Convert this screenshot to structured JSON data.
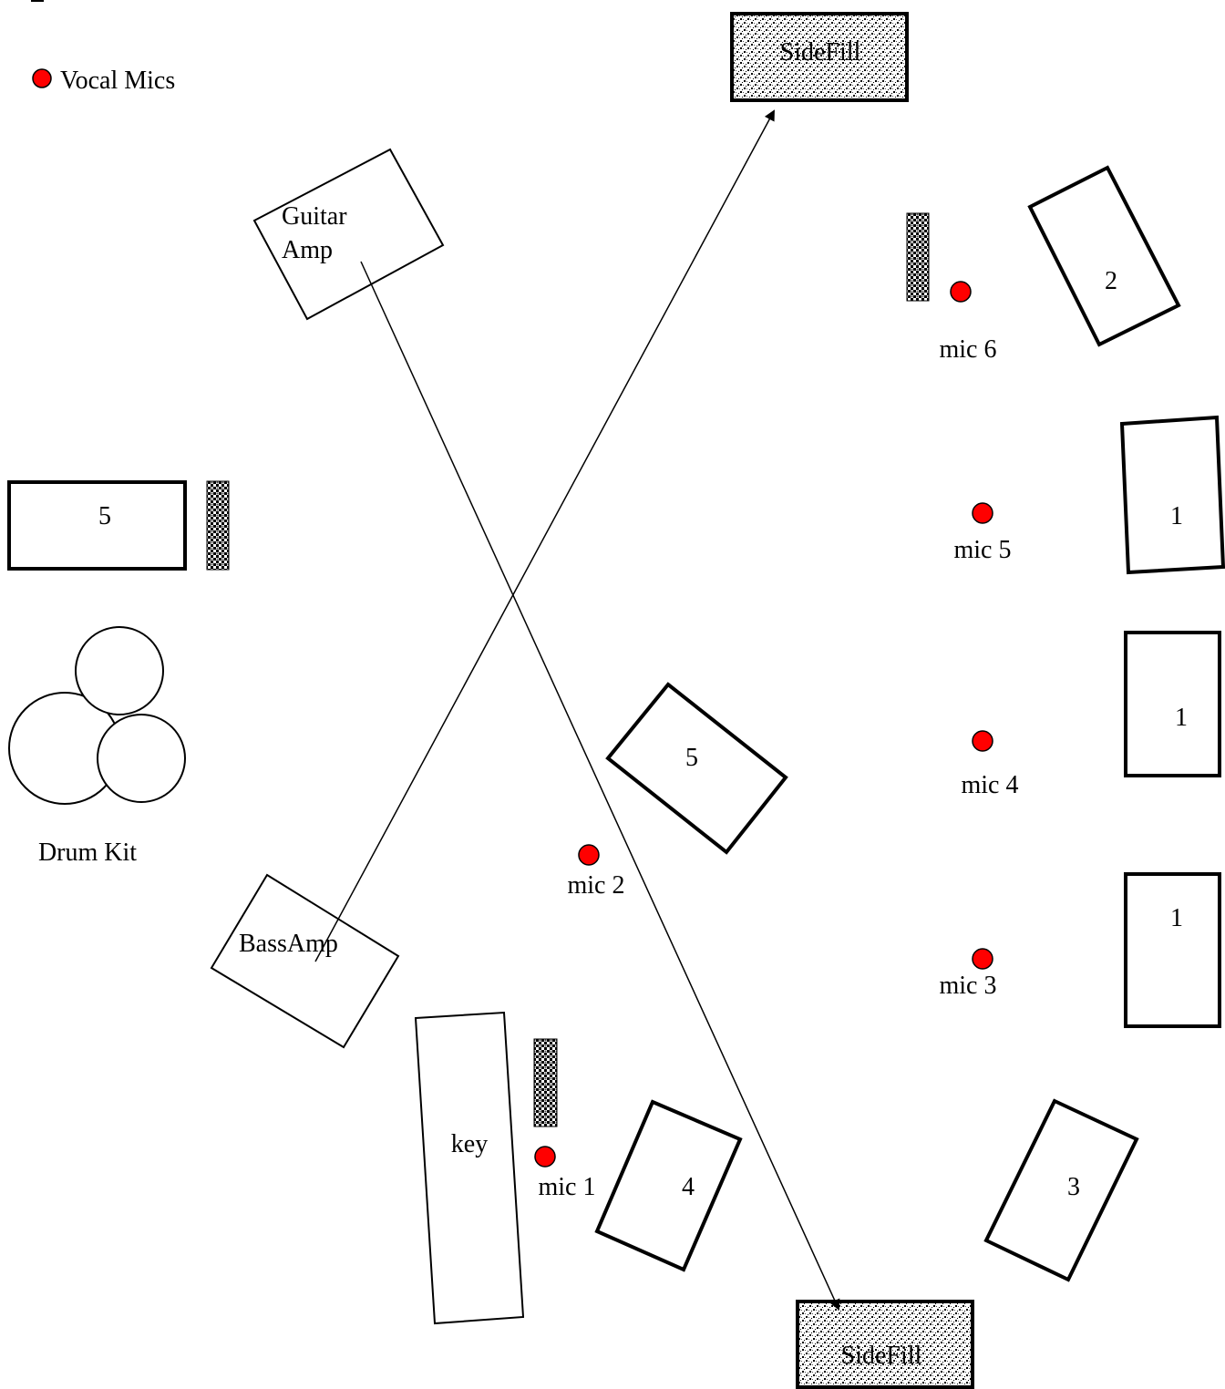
{
  "legend": {
    "vocal_mics_label": "Vocal Mics",
    "mic_color": "#ff0000"
  },
  "sidefills": {
    "top_label": "SideFill",
    "bottom_label": "SideFill"
  },
  "amps": {
    "guitar_line1": "Guitar",
    "guitar_line2": "Amp",
    "bass": "BassAmp"
  },
  "keyboard_label": "key",
  "drum_kit_label": "Drum Kit",
  "monitors": {
    "drum_wedge": "5",
    "center_wedge": "5",
    "wedge_key": "4",
    "wedge_mic6": "2",
    "wedge_mic5": "1",
    "wedge_mic4": "1",
    "wedge_mic3": "1",
    "wedge_lower_right": "3"
  },
  "mics": {
    "mic1": "mic 1",
    "mic2": "mic 2",
    "mic3": "mic 3",
    "mic4": "mic 4",
    "mic5": "mic 5",
    "mic6": "mic 6"
  }
}
